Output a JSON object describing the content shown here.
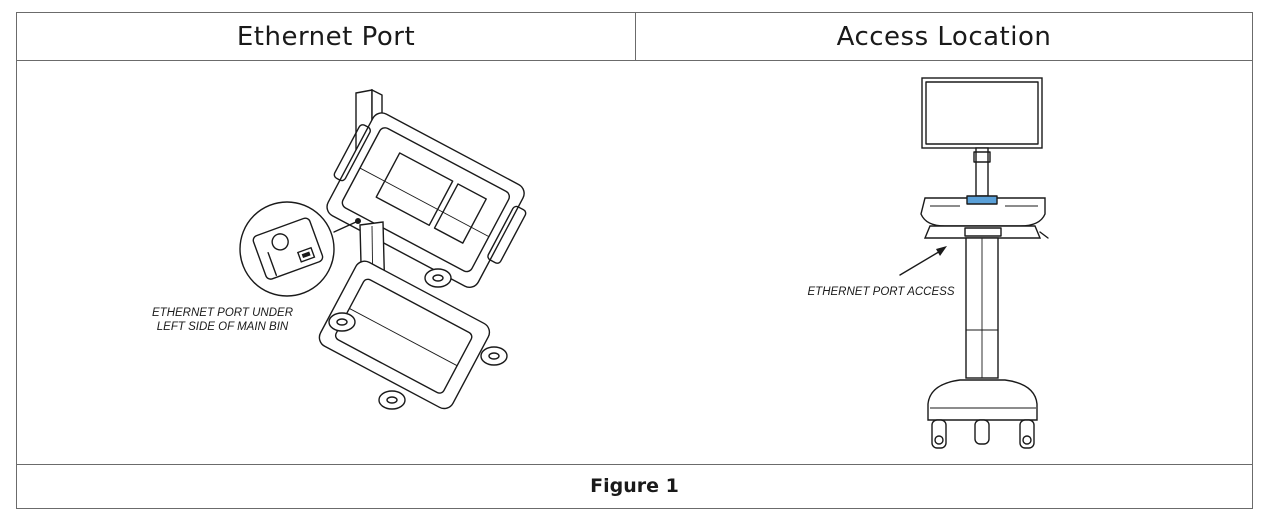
{
  "table": {
    "headers": [
      "Ethernet Port",
      "Access Location"
    ],
    "caption": "Figure 1"
  },
  "callouts": {
    "left_label_line1": "ETHERNET PORT UNDER",
    "left_label_line2": "LEFT SIDE OF MAIN BIN",
    "right_label": "ETHERNET PORT ACCESS"
  },
  "colors": {
    "border": "#6b6b6b",
    "screen_highlight": "#5aa0d8",
    "ink": "#1a1a1a"
  }
}
